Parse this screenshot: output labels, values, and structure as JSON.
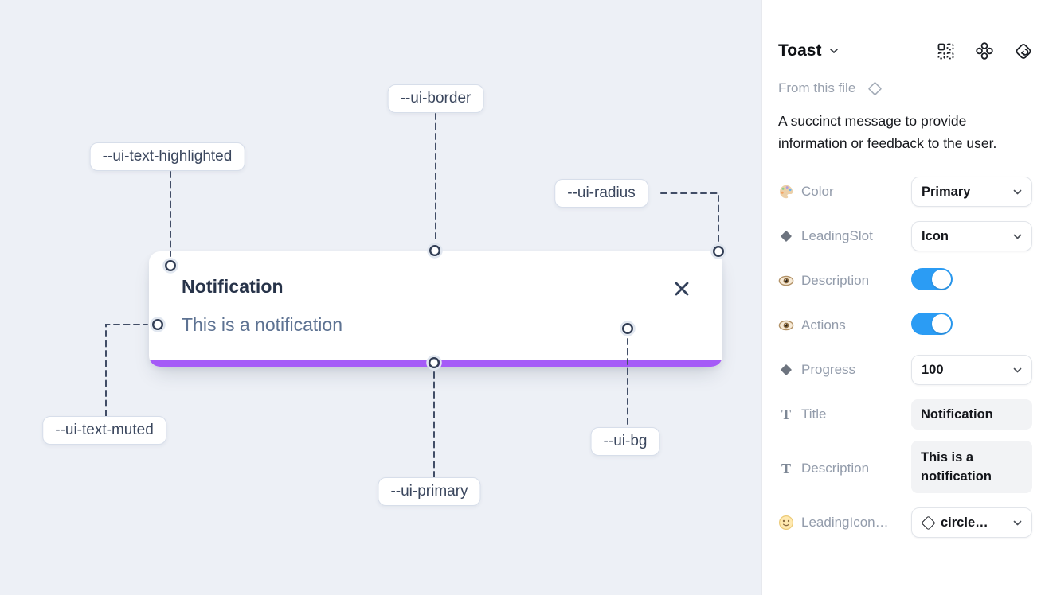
{
  "colors": {
    "primary": "#a55bf7",
    "toggle_on": "#2b9cf4",
    "canvas_bg": "#edf0f6"
  },
  "canvas": {
    "toast": {
      "title": "Notification",
      "description": "This is a notification",
      "close_icon": "x-icon"
    },
    "tokens": [
      {
        "label": "--ui-text-highlighted"
      },
      {
        "label": "--ui-border"
      },
      {
        "label": "--ui-radius"
      },
      {
        "label": "--ui-text-muted"
      },
      {
        "label": "--ui-primary"
      },
      {
        "label": "--ui-bg"
      }
    ]
  },
  "panel": {
    "title": "Toast",
    "title_chevron_icon": "chevron-down-icon",
    "header_icons": [
      "variants-grid-icon",
      "components-clover-icon",
      "go-to-source-icon"
    ],
    "source": "From this file",
    "source_icon": "diamond-outline-icon",
    "description": "A succinct message to provide information or feedback to the user.",
    "props": [
      {
        "icon": "palette-icon",
        "label": "Color",
        "control": "select",
        "value": "Primary"
      },
      {
        "icon": "diamond-icon",
        "label": "LeadingSlot",
        "control": "select",
        "value": "Icon"
      },
      {
        "icon": "eye-icon",
        "label": "Description",
        "control": "toggle",
        "state": "on"
      },
      {
        "icon": "eye-icon",
        "label": "Actions",
        "control": "toggle",
        "state": "on"
      },
      {
        "icon": "diamond-icon",
        "label": "Progress",
        "control": "select",
        "value": "100"
      },
      {
        "icon": "text-icon",
        "label": "Title",
        "control": "input",
        "value": "Notification"
      },
      {
        "icon": "text-icon",
        "label": "Description",
        "control": "textarea",
        "value": "This is a notification"
      },
      {
        "icon": "smiley-icon",
        "label": "LeadingIcon…",
        "control": "select",
        "value": "circle…",
        "value_icon": "diamond-outline-icon"
      }
    ]
  }
}
